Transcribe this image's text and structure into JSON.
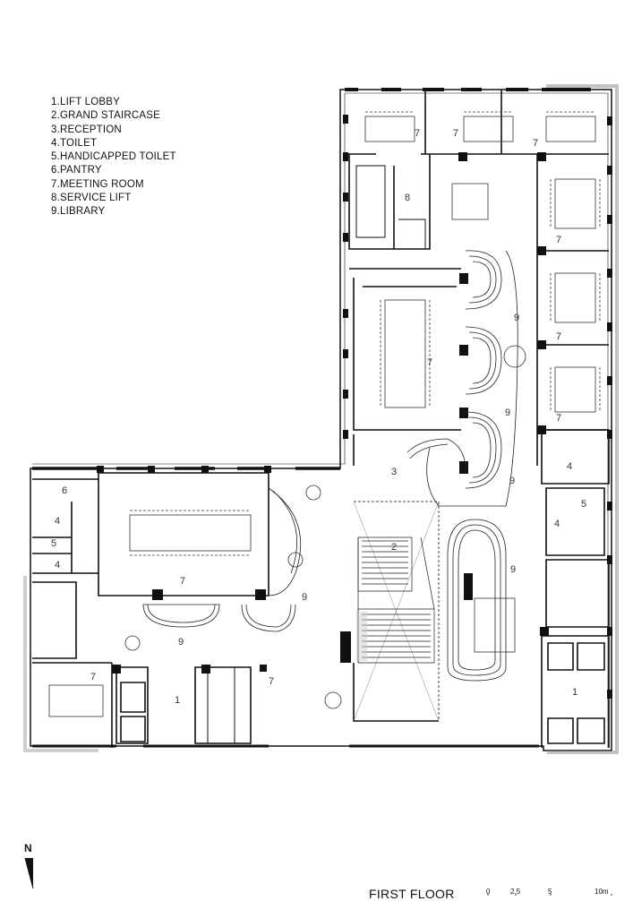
{
  "legend": {
    "items": [
      "1.LIFT LOBBY",
      "2.GRAND STAIRCASE",
      "3.RECEPTION",
      "4.TOILET",
      "5.HANDICAPPED TOILET",
      "6.PANTRY",
      "7.MEETING ROOM",
      "8.SERVICE LIFT",
      "9.LIBRARY"
    ]
  },
  "title": "FIRST FLOOR",
  "north": "N",
  "scale_bar": {
    "ticks": [
      "0",
      "2.5",
      "5",
      "10m"
    ]
  },
  "room_labels": [
    "1",
    "1",
    "2",
    "3",
    "4",
    "4",
    "4",
    "4",
    "5",
    "5",
    "6",
    "7",
    "7",
    "7",
    "7",
    "7",
    "7",
    "7",
    "7",
    "7",
    "7",
    "8",
    "9",
    "9",
    "9",
    "9",
    "9",
    "9"
  ]
}
